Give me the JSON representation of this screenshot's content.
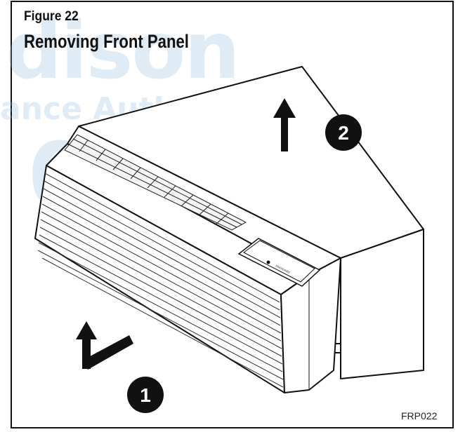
{
  "figure": {
    "label": "Figure 22",
    "title": "Removing Front Panel",
    "code": "FRP022"
  },
  "watermark": {
    "line1": "dison",
    "line2": "ance Authority™",
    "line3": "0-355"
  },
  "steps": [
    {
      "number": "1",
      "description_icon": "arrow-up-and-out-icon"
    },
    {
      "number": "2",
      "description_icon": "arrow-up-icon"
    }
  ],
  "brand_badge": "FRIGIDAIRE",
  "colors": {
    "line": "#111111",
    "watermark": "#8fb8de",
    "background": "#ffffff"
  }
}
